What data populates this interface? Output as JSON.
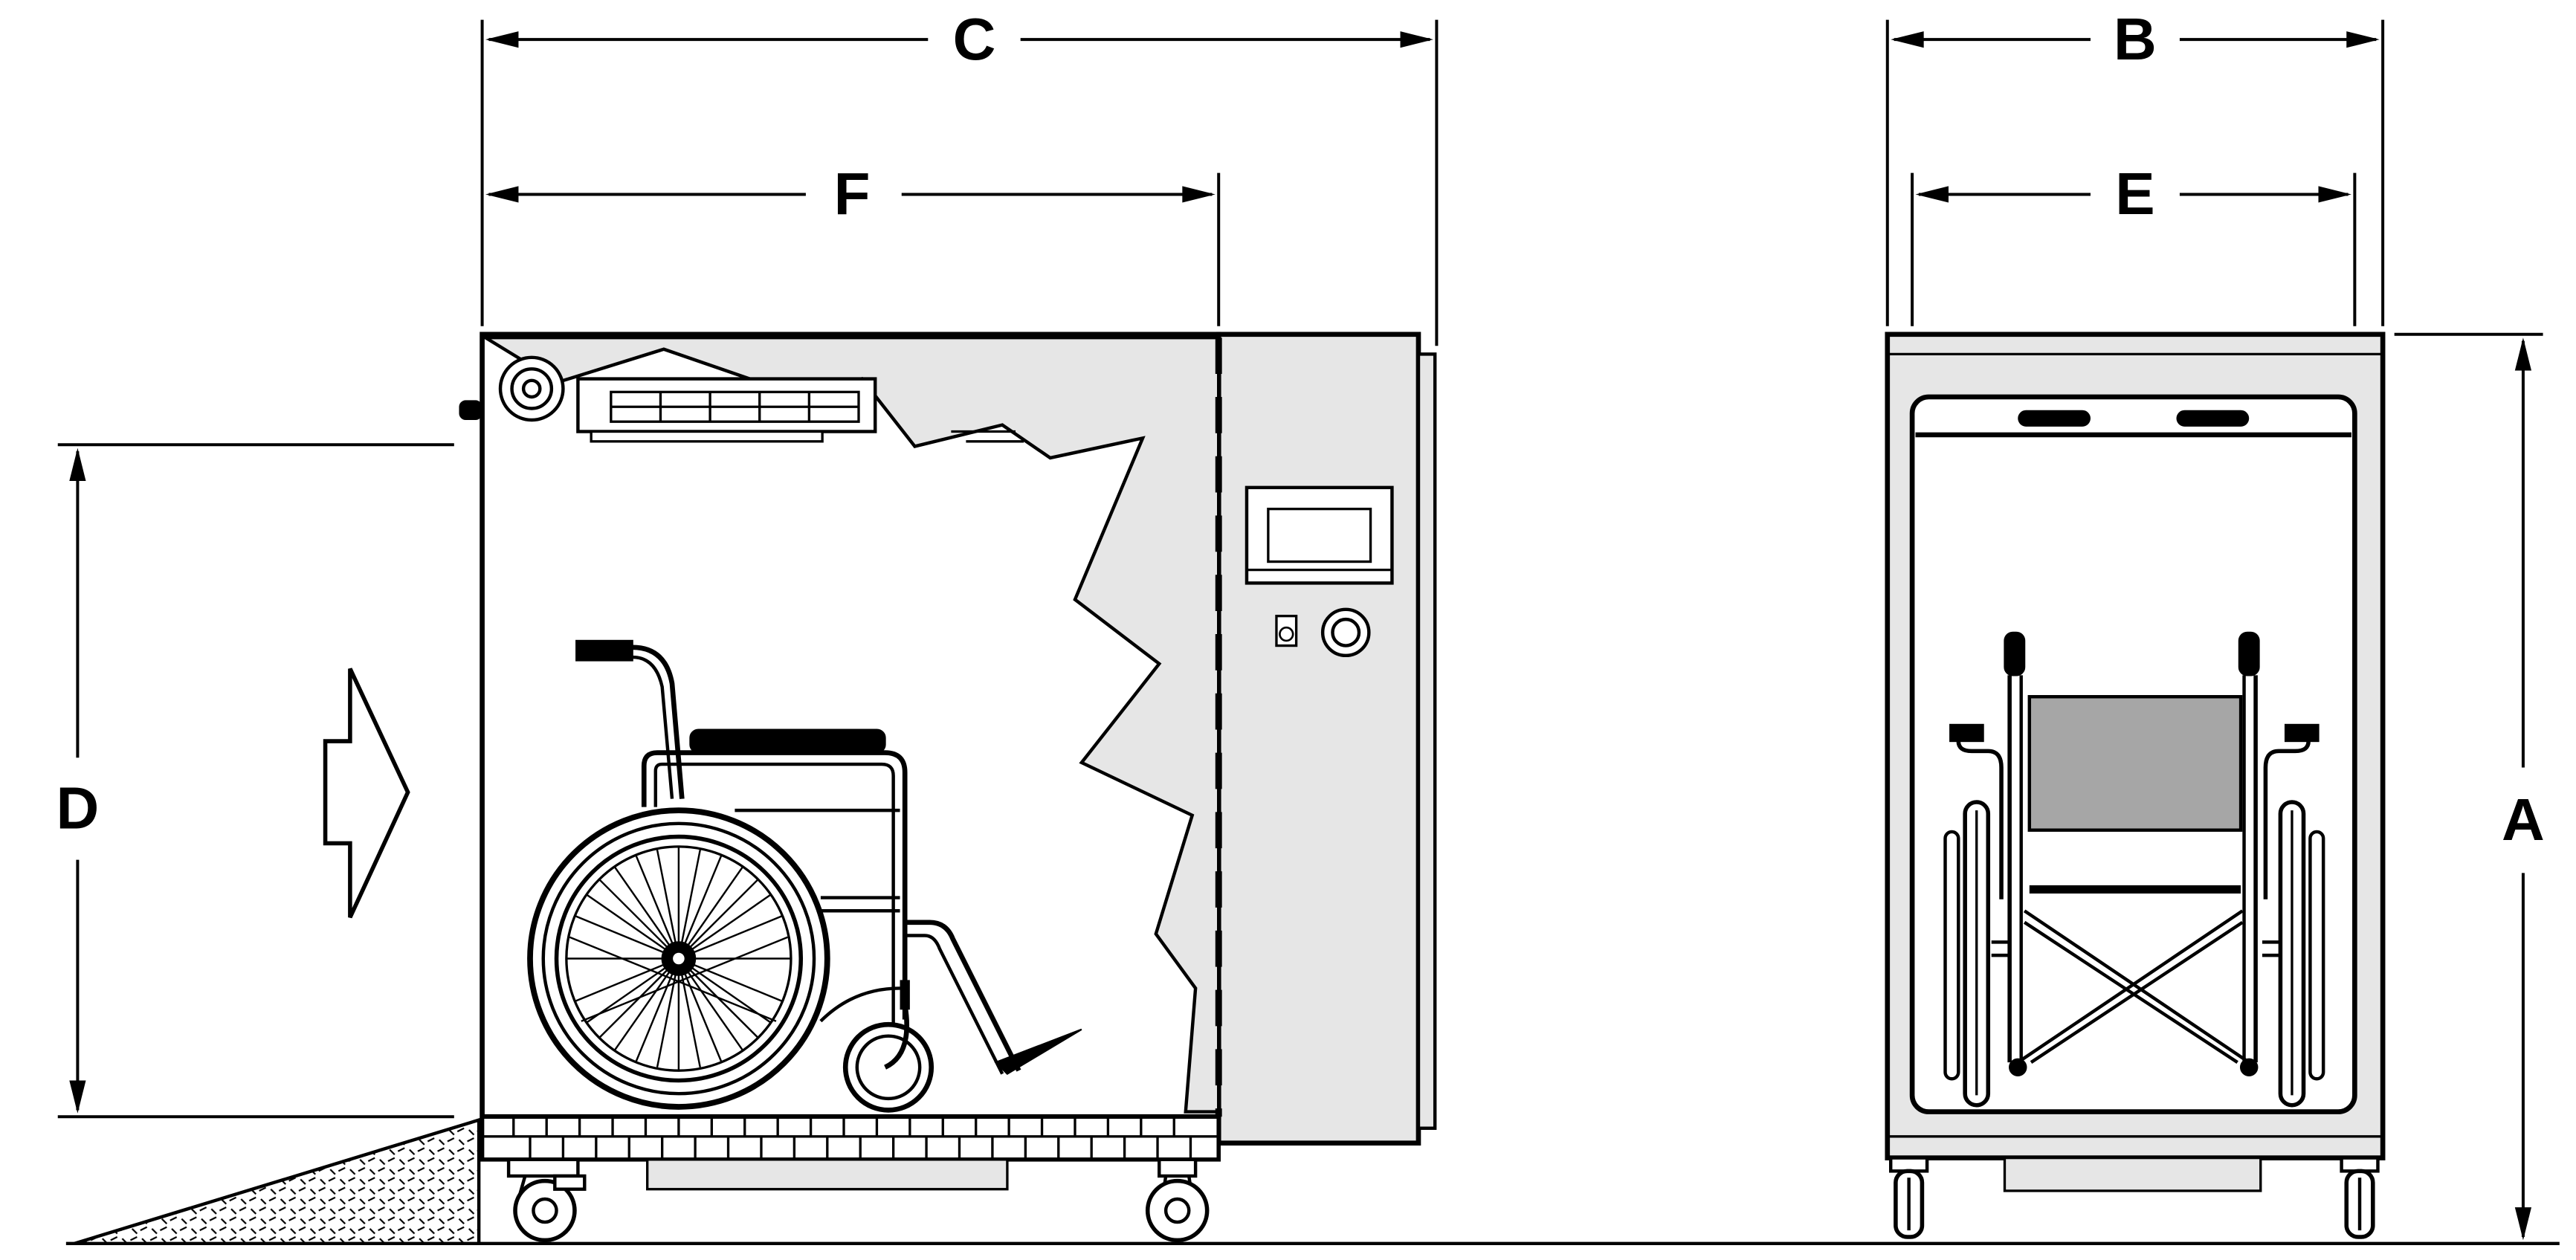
{
  "dimensions": {
    "a": "A",
    "b": "B",
    "c": "C",
    "d": "D",
    "e": "E",
    "f": "F"
  },
  "colors": {
    "line": "#000000",
    "panel": "#e6e6e6",
    "seat_back": "#a6a6a6",
    "background": "#ffffff"
  },
  "icons": {
    "entry_arrow": "arrow-right-icon",
    "ramp": "ramp-icon"
  }
}
